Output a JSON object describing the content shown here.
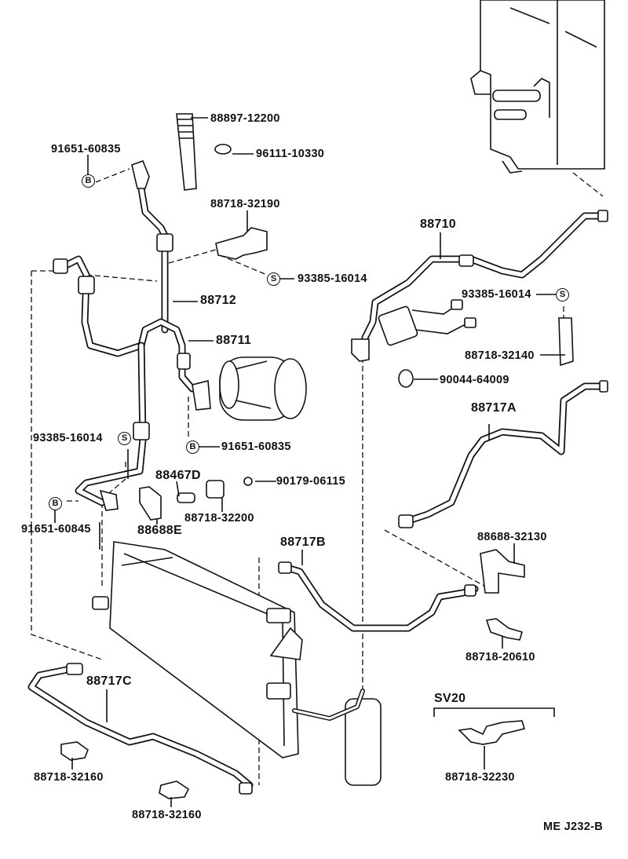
{
  "diagram": {
    "title_code": "ME J232-B",
    "variant_label": "SV20",
    "labels": {
      "hose_88897": "88897-12200",
      "clamp_96111": "96111-10330",
      "bolt_91651_top": "91651-60835",
      "clamp_88718_32190": "88718-32190",
      "screw_93385_mid": "93385-16014",
      "hose_88712": "88712",
      "hose_88711": "88711",
      "screw_93385_left": "93385-16014",
      "bolt_91651_comp": "91651-60835",
      "switch_88467D": "88467D",
      "bolt_90179": "90179-06115",
      "bolt_91651_left": "91651-60845",
      "bracket_88688E": "88688E",
      "clamp_88718_32200": "88718-32200",
      "tube_88710": "88710",
      "screw_93385_right": "93385-16014",
      "clamp_88718_32140": "88718-32140",
      "band_90044": "90044-64009",
      "tube_88717A": "88717A",
      "tube_88717B": "88717B",
      "bracket_88688_32130": "88688-32130",
      "clamp_88718_20610": "88718-20610",
      "tube_88717C": "88717C",
      "clamp_88718_32160_a": "88718-32160",
      "clamp_88718_32160_b": "88718-32160",
      "clamp_88718_32230": "88718-32230"
    },
    "symbols": {
      "bolt": "B",
      "screw": "S"
    }
  }
}
